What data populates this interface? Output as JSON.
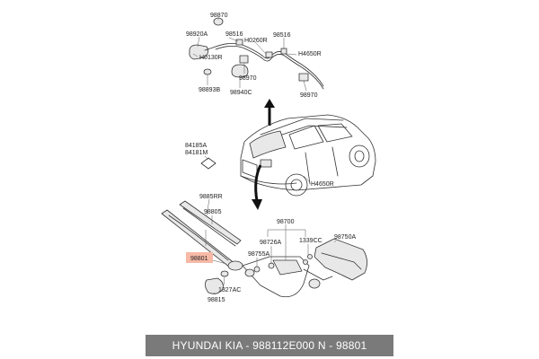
{
  "labels": {
    "p98870": "98870",
    "p98920A": "98920A",
    "p98516a": "98516",
    "p98516b": "98516",
    "pH0260R": "H0260R",
    "pH0130R": "H0130R",
    "pH4650Ra": "H4650R",
    "p98970a": "98970",
    "p98970b": "98970",
    "p98893B": "98893B",
    "p98940C": "98940C",
    "p84185A": "84185A",
    "p84181M": "84181M",
    "pH4650Rb": "H4650R",
    "p9885RR": "9885RR",
    "p98805": "98805",
    "p98700": "98700",
    "p98726A": "98726A",
    "p1339CC": "1339CC",
    "p98750A": "98750A",
    "p98755A": "98755A",
    "p98801": "98801",
    "p1327AC": "1327AC",
    "p98815": "98815"
  },
  "footer": {
    "text": "HYUNDAI  KIA - 988112E000     N - 98801"
  },
  "colors": {
    "highlight": "#f7b9a6",
    "footer_bg": "#7a7a7a"
  }
}
